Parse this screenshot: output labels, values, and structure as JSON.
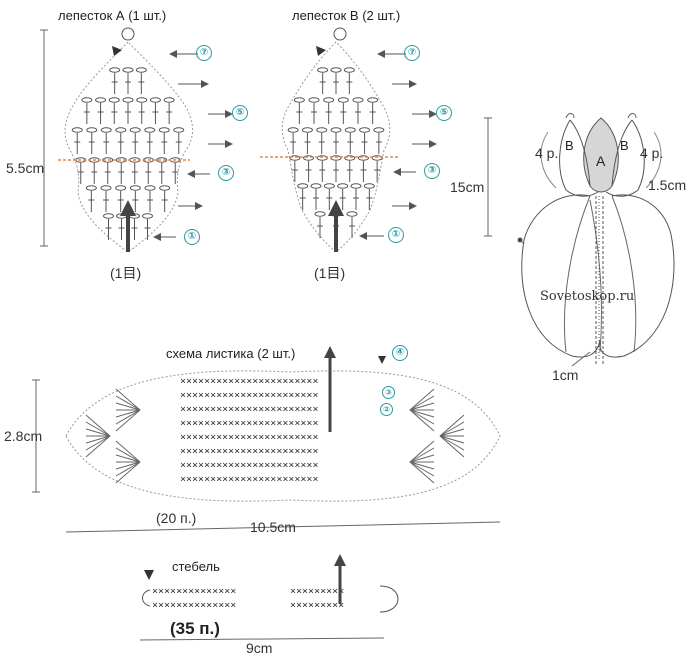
{
  "petal_a": {
    "title": "лепесток А (1 шт.)",
    "height": "5.5cm",
    "rows": [
      "⑦",
      "⑤",
      "③",
      "①"
    ],
    "start": "(1目)"
  },
  "petal_b": {
    "title": "лепесток В (2 шт.)",
    "rows": [
      "⑦",
      "⑤",
      "③",
      "①"
    ],
    "start": "(1目)"
  },
  "flower": {
    "height": "15cm",
    "label_a": "A",
    "label_b1": "B",
    "label_b2": "B",
    "rows_left": "4 р.",
    "rows_right": "4 р.",
    "width": "1.5cm",
    "bottom": "1cm",
    "watermark": "Sovetoskop.ru"
  },
  "leaf": {
    "title": "схема листика (2 шт.)",
    "height": "2.8cm",
    "width": "10.5cm",
    "start": "(20 п.)",
    "rows": [
      "④",
      "③",
      "②"
    ]
  },
  "stem": {
    "title": "стебель",
    "start": "(35 п.)",
    "width": "9cm"
  },
  "colors": {
    "line": "#555555",
    "accent": "#2a9aa0",
    "arrow": "#444444",
    "start_row": "#e08a4a",
    "petal_fill": "#d6d6d6"
  }
}
